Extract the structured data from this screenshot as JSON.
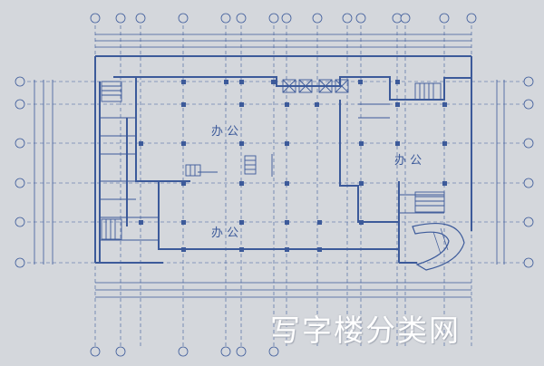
{
  "plan": {
    "room_label_office": "办 公"
  },
  "watermark": {
    "text": "写字楼分类网"
  },
  "colors": {
    "paper": "#d4d7dc",
    "ink": "#3c5a9a",
    "column": "#2f4a86",
    "watermark": "#ffffff"
  },
  "icons": {
    "axis-bubble": "circle",
    "column": "filled-square",
    "stair": "hatched-rect",
    "elevator": "crossed-box"
  }
}
